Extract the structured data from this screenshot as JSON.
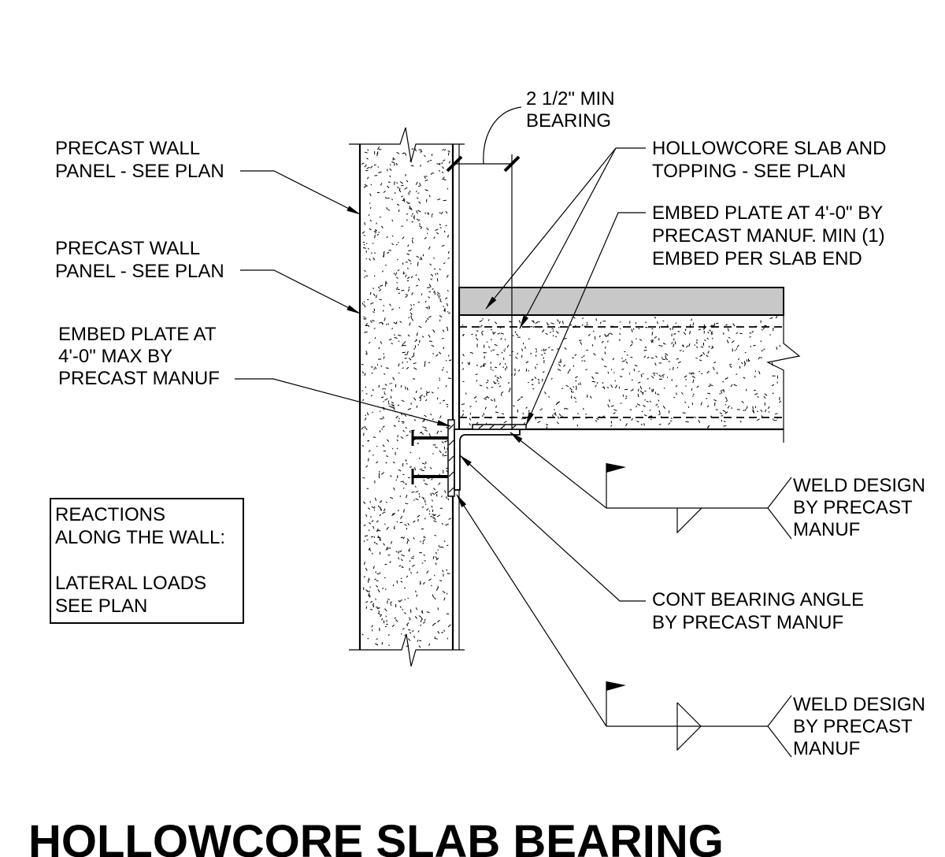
{
  "labels": {
    "wall_panel_1": [
      "PRECAST WALL",
      "PANEL - SEE PLAN"
    ],
    "wall_panel_2": [
      "PRECAST WALL",
      "PANEL - SEE PLAN"
    ],
    "embed_plate_wall": [
      "EMBED PLATE AT",
      "4'-0\" MAX BY",
      "PRECAST MANUF"
    ],
    "min_bearing": [
      "2 1/2\" MIN",
      "BEARING"
    ],
    "hollowcore_slab": [
      "HOLLOWCORE SLAB AND",
      "TOPPING - SEE PLAN"
    ],
    "embed_plate_slab": [
      "EMBED PLATE AT 4'-0\" BY",
      "PRECAST MANUF. MIN (1)",
      "EMBED PER SLAB END"
    ],
    "weld_design_1": [
      "WELD DESIGN",
      "BY PRECAST",
      "MANUF"
    ],
    "bearing_angle": [
      "CONT BEARING ANGLE",
      "BY PRECAST MANUF"
    ],
    "weld_design_2": [
      "WELD DESIGN",
      "BY PRECAST",
      "MANUF"
    ],
    "reactions_box": [
      "REACTIONS",
      "ALONG THE WALL:",
      "",
      "LATERAL LOADS",
      "SEE PLAN"
    ]
  },
  "title": "HOLLOWCORE SLAB BEARING",
  "colors": {
    "line": "#000000",
    "topping_fill": "#c8c8c8",
    "background": "#ffffff"
  }
}
